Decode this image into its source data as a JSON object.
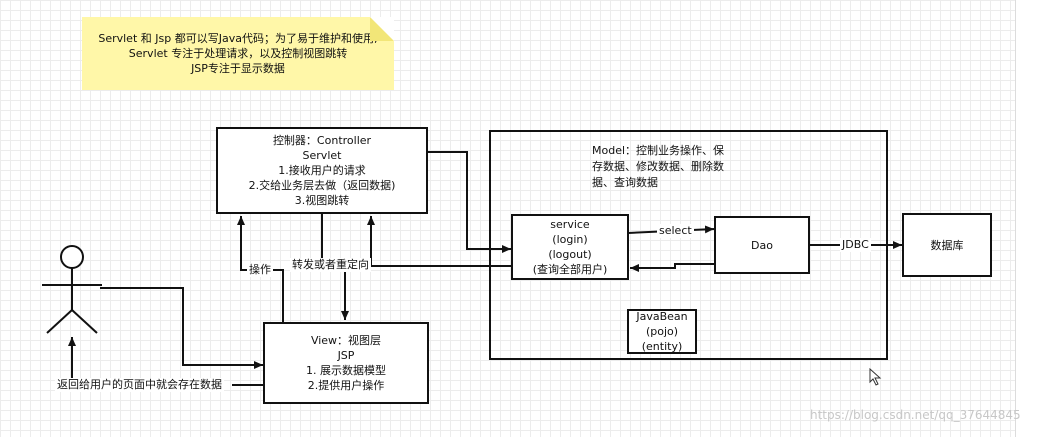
{
  "note": {
    "lines": [
      "Servlet 和 Jsp  都可以写Java代码；为了易于维护和使用;",
      "Servlet 专注于处理请求，以及控制视图跳转",
      "JSP专注于显示数据"
    ]
  },
  "controller": {
    "lines": [
      "控制器：Controller",
      "Servlet",
      "1.接收用户的请求",
      "2.交给业务层去做（返回数据)",
      "3.视图跳转"
    ]
  },
  "view": {
    "lines": [
      "View：视图层",
      "JSP",
      "1. 展示数据模型",
      "2.提供用户操作"
    ]
  },
  "model": {
    "title_lines": [
      "Model：控制业务操作、保",
      "存数据、修改数据、删除数",
      "据、查询数据"
    ]
  },
  "service": {
    "lines": [
      "service",
      "(login)",
      "(logout)",
      "(查询全部用户)"
    ]
  },
  "dao": {
    "label": "Dao"
  },
  "javabean": {
    "lines": [
      "JavaBean",
      "(pojo)",
      "(entity)"
    ]
  },
  "database": {
    "label": "数据库"
  },
  "edge_labels": {
    "select": "select",
    "jdbc": "JDBC",
    "operate": "操作",
    "forward": "转发或者重定向",
    "return": "返回给用户的页面中就会存在数据"
  },
  "watermark": "https://blog.csdn.net/qq_37644845"
}
